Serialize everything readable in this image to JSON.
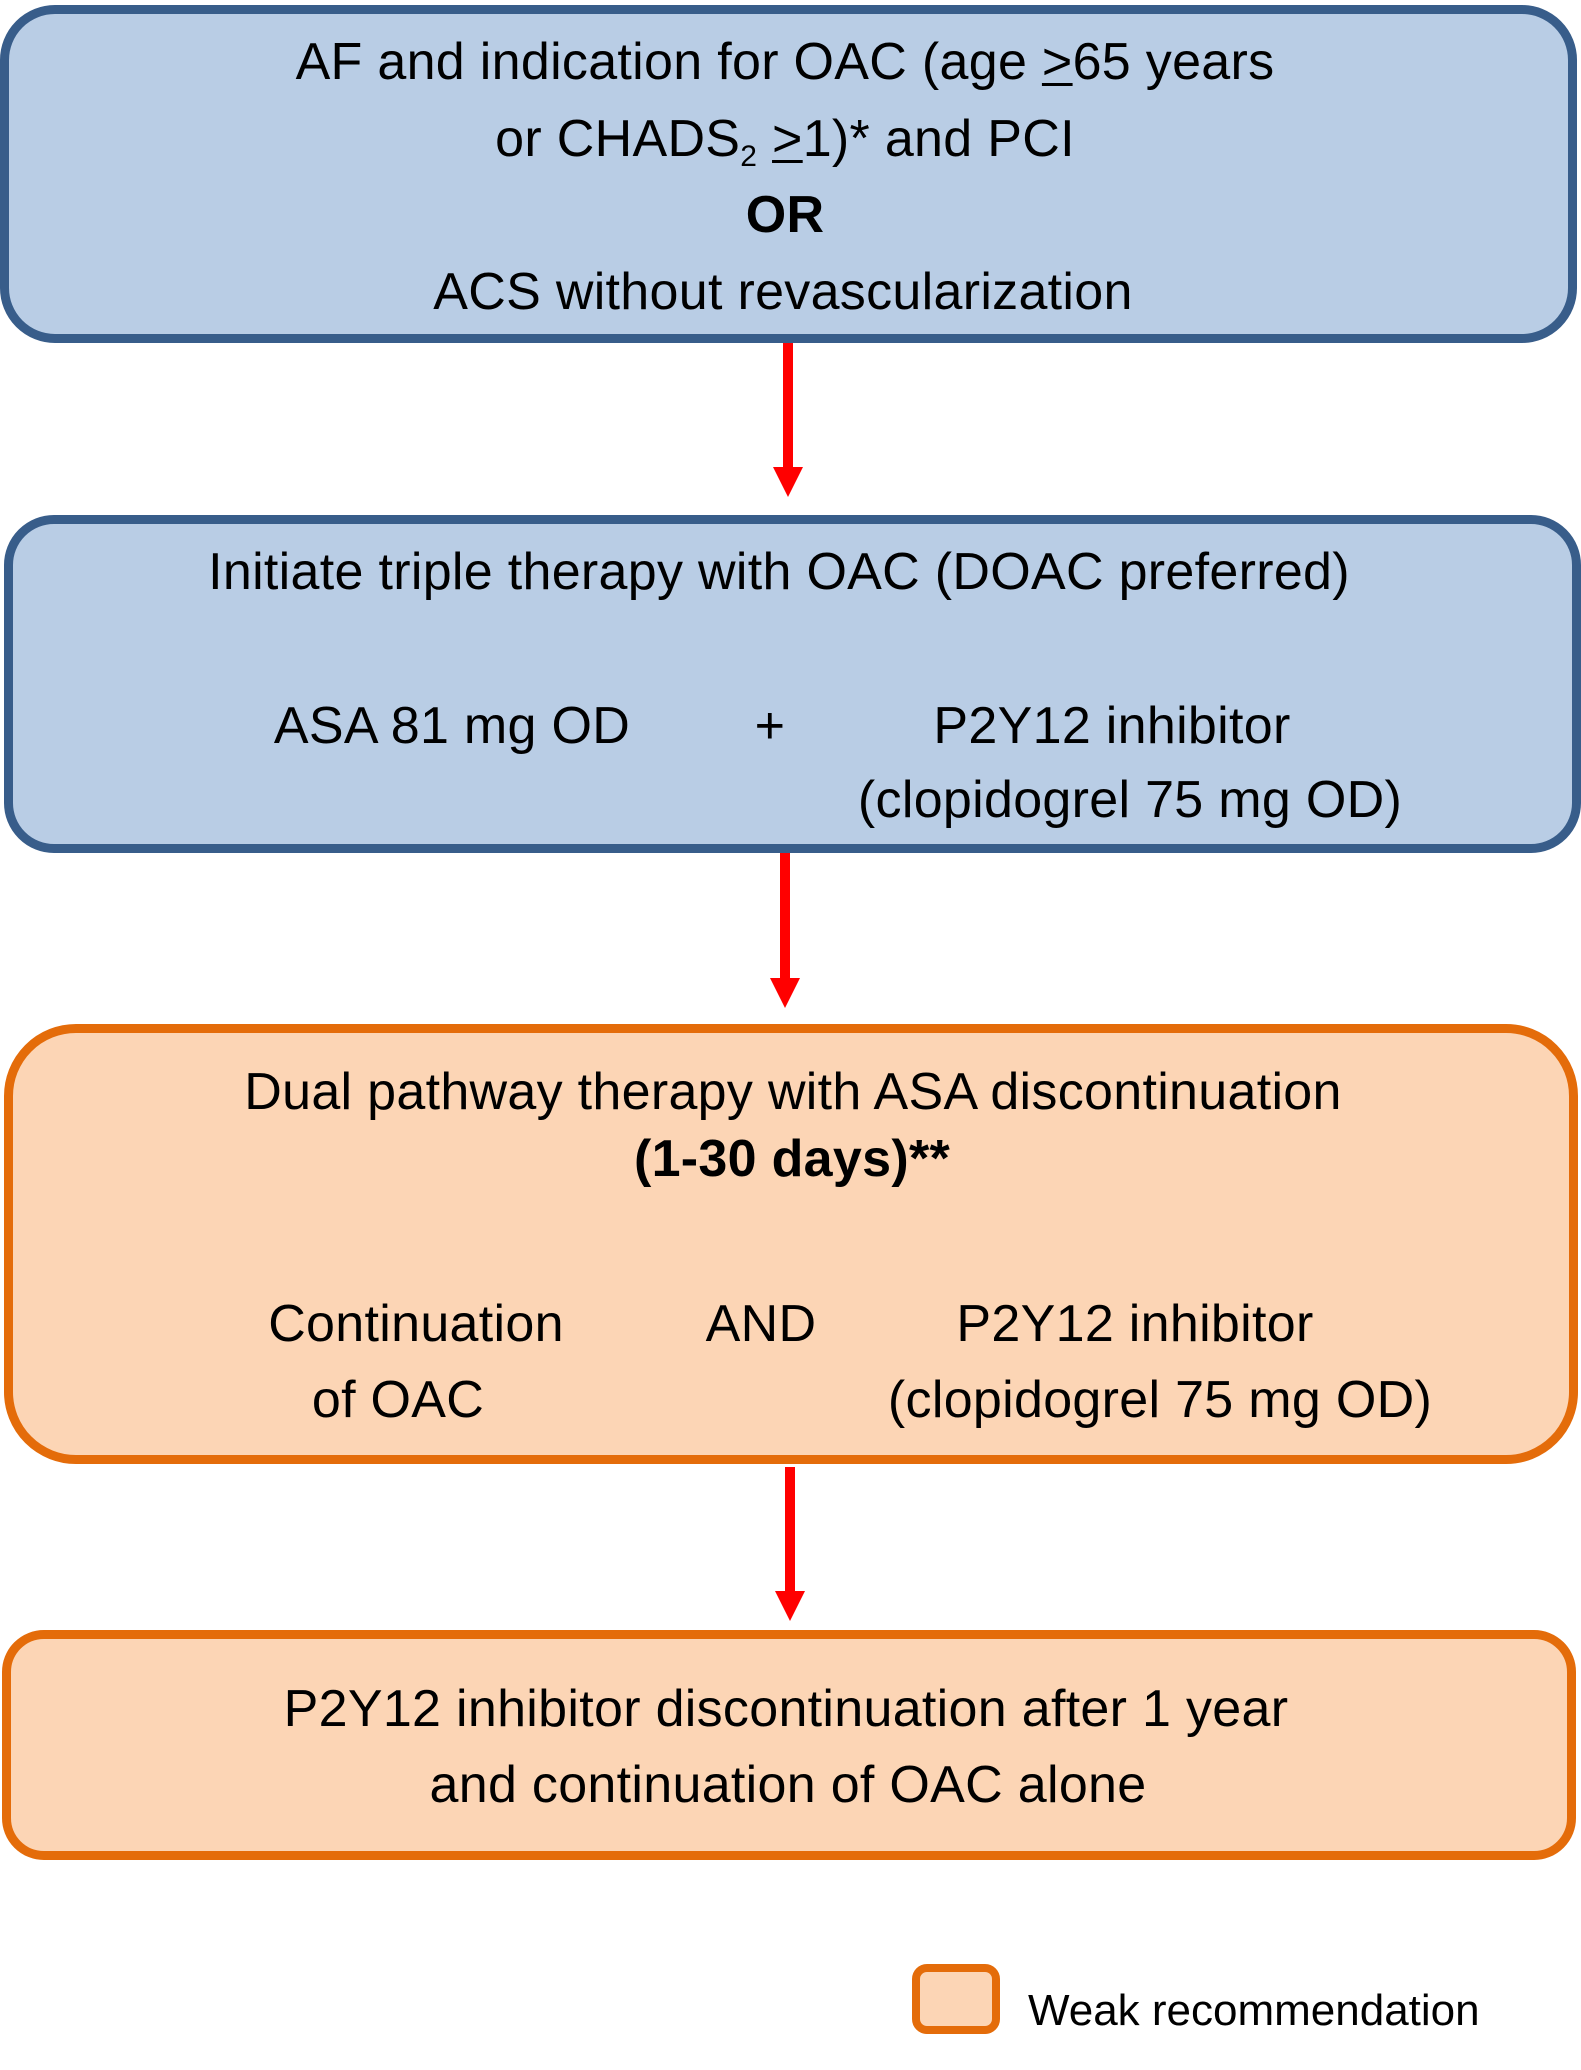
{
  "diagram": {
    "title": "Antithrombotic therapy algorithm: AF with PCI or ACS",
    "colors": {
      "strong_fill": "#B9CDE5",
      "strong_border": "#385D8A",
      "weak_fill": "#FCD5B5",
      "weak_border": "#E46C0A",
      "arrow": "#FF0000"
    },
    "nodes": [
      {
        "id": "step1",
        "category": "strong",
        "line1_pre": "AF and indication for OAC (age ",
        "line1_ge": ">",
        "line1_post": "65 years",
        "line2_pre": "or CHADS",
        "line2_sub": "2",
        "line2_space": " ",
        "line2_ge": ">",
        "line2_post": "1)* and PCI",
        "or_label": "OR",
        "line4": "ACS without revascularization"
      },
      {
        "id": "step2",
        "category": "strong",
        "heading": "Initiate triple therapy with OAC (DOAC preferred)",
        "left_item": "ASA 81 mg OD",
        "connector": "+",
        "right_item_line1": "P2Y12 inhibitor",
        "right_item_line2": "(clopidogrel 75 mg OD)"
      },
      {
        "id": "step3",
        "category": "weak",
        "heading": "Dual pathway therapy with ASA discontinuation",
        "heading_bold": "(1-30 days)**",
        "left_item_line1": "Continuation",
        "left_item_line2": "of OAC",
        "connector": "AND",
        "right_item_line1": "P2Y12 inhibitor",
        "right_item_line2": "(clopidogrel 75 mg OD)"
      },
      {
        "id": "step4",
        "category": "weak",
        "line1": "P2Y12 inhibitor discontinuation after 1 year",
        "line2": "and continuation of OAC alone"
      }
    ],
    "edges": [
      {
        "from": "step1",
        "to": "step2"
      },
      {
        "from": "step2",
        "to": "step3"
      },
      {
        "from": "step3",
        "to": "step4"
      }
    ],
    "legend": [
      {
        "category": "weak",
        "label": "Weak recommendation"
      }
    ]
  }
}
